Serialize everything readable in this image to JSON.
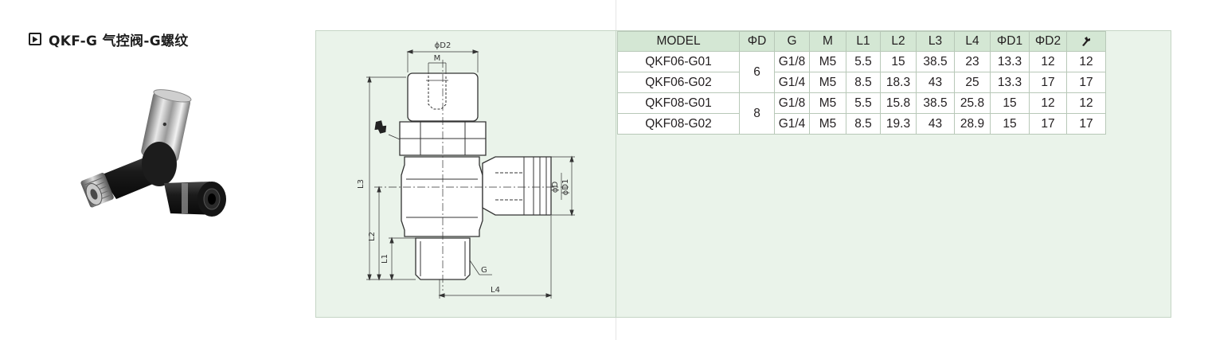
{
  "heading": {
    "title": "QKF-G 气控阀-G螺纹",
    "marker_icon": "play-triangle-icon"
  },
  "drawing": {
    "labels": {
      "d2": "ϕD2",
      "m": "M",
      "l3": "L3",
      "l2": "L2",
      "l1": "L1",
      "l4": "L4",
      "g": "G",
      "d": "ϕD",
      "d1": "ϕD1"
    },
    "wrench_icon": "wrench-icon"
  },
  "table": {
    "headers": {
      "model": "MODEL",
      "phi_d": "ΦD",
      "g": "G",
      "m": "M",
      "l1": "L1",
      "l2": "L2",
      "l3": "L3",
      "l4": "L4",
      "phi_d1": "ΦD1",
      "phi_d2": "ΦD2",
      "wrench_icon": "wrench-icon"
    },
    "groups": [
      {
        "phi_d": "6",
        "rows": [
          {
            "model": "QKF06-G01",
            "g": "G1/8",
            "m": "M5",
            "l1": "5.5",
            "l2": "15",
            "l3": "38.5",
            "l4": "23",
            "d1": "13.3",
            "d2": "12",
            "w": "12"
          },
          {
            "model": "QKF06-G02",
            "g": "G1/4",
            "m": "M5",
            "l1": "8.5",
            "l2": "18.3",
            "l3": "43",
            "l4": "25",
            "d1": "13.3",
            "d2": "17",
            "w": "17"
          }
        ]
      },
      {
        "phi_d": "8",
        "rows": [
          {
            "model": "QKF08-G01",
            "g": "G1/8",
            "m": "M5",
            "l1": "5.5",
            "l2": "15.8",
            "l3": "38.5",
            "l4": "25.8",
            "d1": "15",
            "d2": "12",
            "w": "12"
          },
          {
            "model": "QKF08-G02",
            "g": "G1/4",
            "m": "M5",
            "l1": "8.5",
            "l2": "19.3",
            "l3": "43",
            "l4": "28.9",
            "d1": "15",
            "d2": "17",
            "w": "17"
          }
        ]
      }
    ]
  }
}
